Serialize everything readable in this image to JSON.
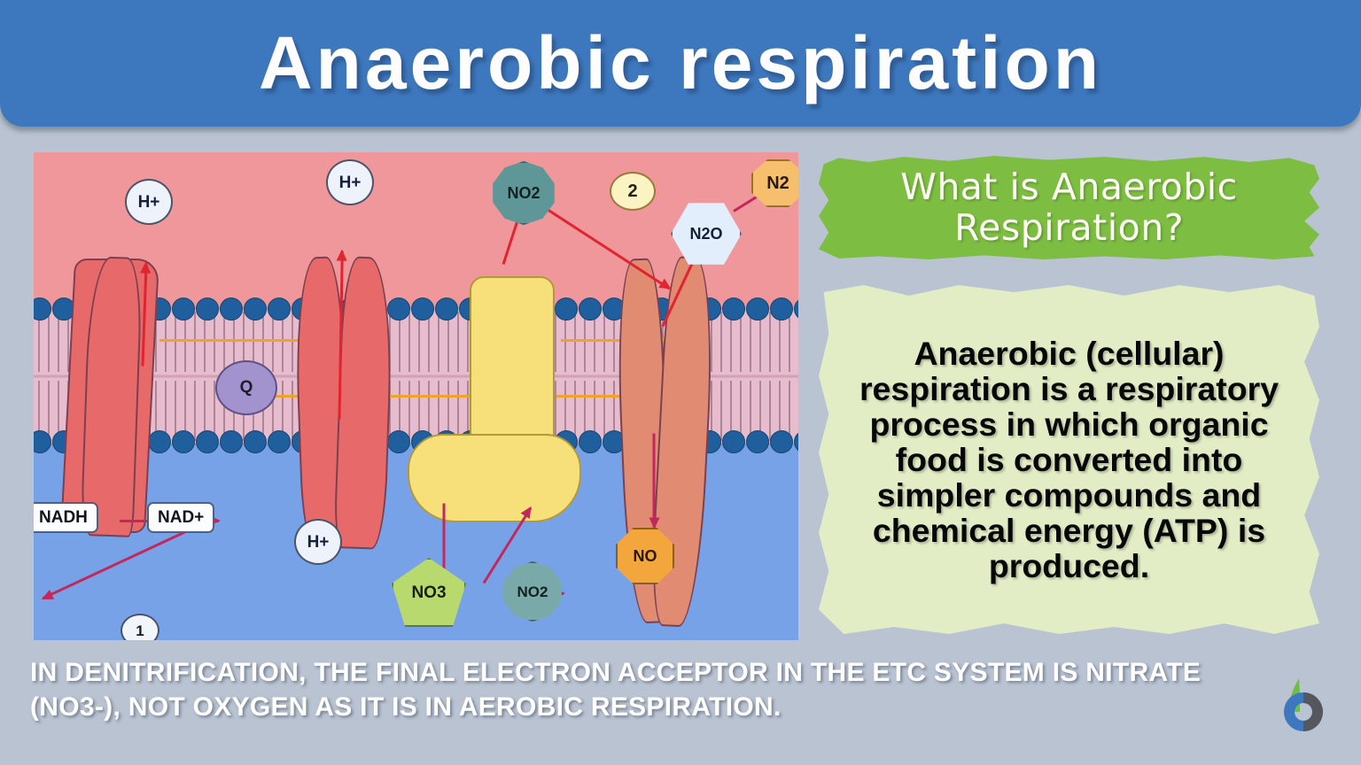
{
  "header": {
    "title": "Anaerobic respiration"
  },
  "diagram": {
    "name": "anaerobic-respiration-membrane-diagram",
    "regions": {
      "periplasm_label": "",
      "cytoplasm_label": ""
    },
    "molecules": [
      {
        "id": "h-plus-left",
        "label": "H+",
        "shape": "circle"
      },
      {
        "id": "h-plus-mid",
        "label": "H+",
        "shape": "circle"
      },
      {
        "id": "no2-top",
        "label": "NO2",
        "shape": "decagon"
      },
      {
        "id": "marker-2",
        "label": "2",
        "shape": "oval"
      },
      {
        "id": "n2o",
        "label": "N2O",
        "shape": "hexagon"
      },
      {
        "id": "n2",
        "label": "N2",
        "shape": "octagon"
      },
      {
        "id": "q",
        "label": "Q",
        "shape": "circle"
      },
      {
        "id": "nadh",
        "label": "NADH",
        "shape": "box"
      },
      {
        "id": "nad-plus",
        "label": "NAD+",
        "shape": "box"
      },
      {
        "id": "h-plus-bottom",
        "label": "H+",
        "shape": "circle"
      },
      {
        "id": "no3",
        "label": "NO3",
        "shape": "pentagon"
      },
      {
        "id": "no2-bottom",
        "label": "NO2",
        "shape": "decagon"
      },
      {
        "id": "no",
        "label": "NO",
        "shape": "octagon"
      },
      {
        "id": "marker-1",
        "label": "1",
        "shape": "oval"
      }
    ],
    "colors": {
      "periplasm": "#f0979c",
      "cytosol": "#78a2e8",
      "lipid_heads": "#1f5f9e",
      "lipid_tails": "#e7bccd",
      "complex_red": "#e8696a",
      "complex_salmon": "#e08b72",
      "atp_synthase": "#f7df7a",
      "quinone": "#a293cf",
      "arrow_red": "#e02430",
      "arrow_orange": "#f0a32a"
    }
  },
  "right_panel": {
    "banner_title": "What is Anaerobic Respiration?",
    "definition": "Anaerobic (cellular) respiration is a respiratory process in which organic food is converted into simpler compounds and chemical energy (ATP) is produced.",
    "banner_color": "#7dbe42",
    "card_color": "#e2ecc5"
  },
  "caption": "IN DENITRIFICATION, THE FINAL ELECTRON ACCEPTOR IN THE ETC SYSTEM IS NITRATE (NO3-), NOT OXYGEN AS IT IS IN AEROBIC RESPIRATION.",
  "logo": {
    "name": "biology-online-logo",
    "colors": [
      "#6cbe45",
      "#3d78be",
      "#54575c"
    ]
  },
  "theme": {
    "background": "#b9c3d2",
    "header_blue": "#3d78be",
    "title_white": "#fdfdfd"
  }
}
